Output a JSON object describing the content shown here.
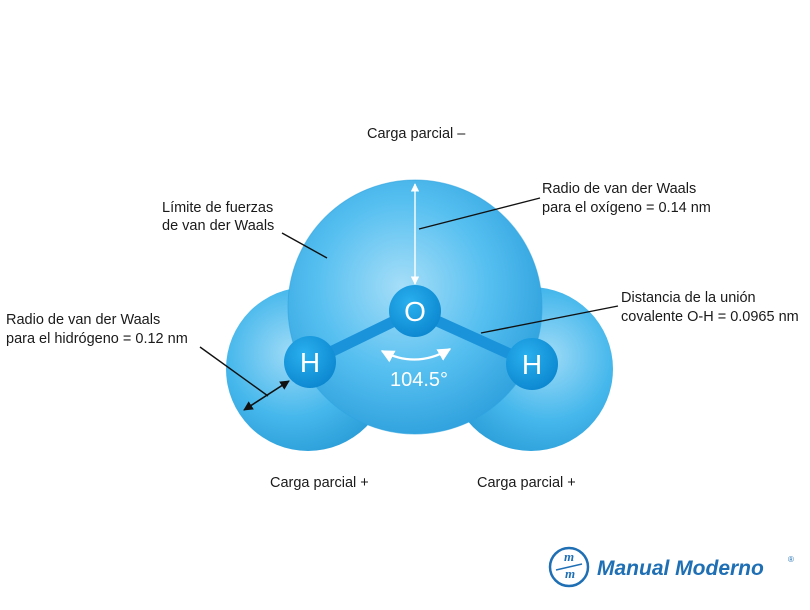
{
  "labels": {
    "partial_charge_negative": "Carga parcial –",
    "vdw_limit_line1": "Límite de fuerzas",
    "vdw_limit_line2": "de van der Waals",
    "oxygen_radius_line1": "Radio de van der Waals",
    "oxygen_radius_line2": "para el oxígeno = 0.14 nm",
    "hydrogen_radius_line1": "Radio de van der Waals",
    "hydrogen_radius_line2": "para el hidrógeno = 0.12 nm",
    "bond_distance_line1": "Distancia de la unión",
    "bond_distance_line2": "covalente O-H = 0.0965 nm",
    "partial_charge_positive_left": "Carga parcial +",
    "partial_charge_positive_right": "Carga parcial +",
    "angle": "104.5°"
  },
  "atoms": {
    "oxygen": "O",
    "hydrogen_left": "H",
    "hydrogen_right": "H"
  },
  "brand": {
    "name": "Manual Moderno",
    "mark": "®"
  },
  "colors": {
    "sphere_light": "#8fd3f4",
    "sphere_mid": "#3fb3ea",
    "sphere_dark": "#1f8fd0",
    "atom_core": "#1596dd",
    "arrow": "#ffffff",
    "leader": "#111111",
    "brand": "#1f6fb5"
  }
}
